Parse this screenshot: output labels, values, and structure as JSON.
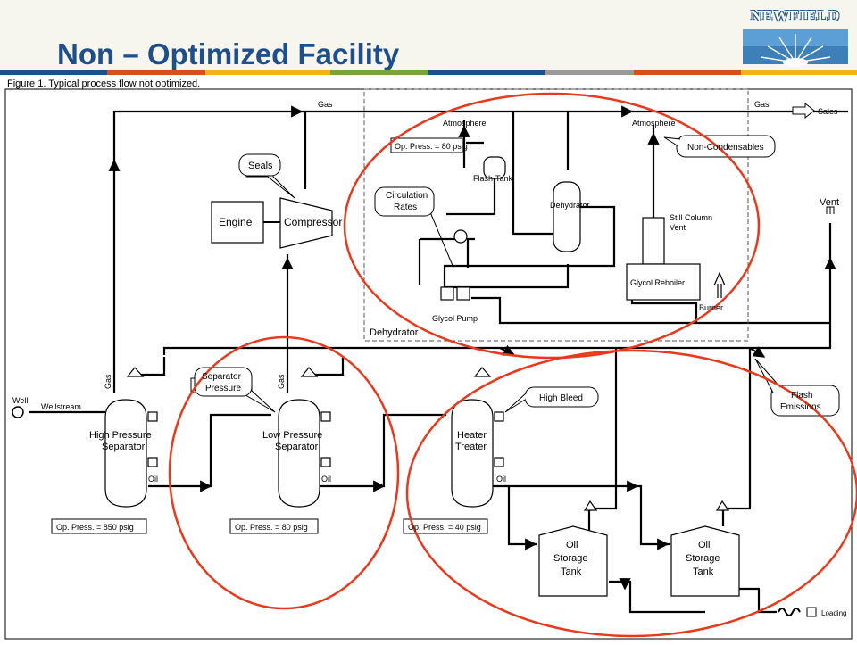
{
  "slide": {
    "title": "Non – Optimized Facility",
    "logo_text": "NEWFIELD",
    "caption": "Figure 1.  Typical process flow not optimized."
  },
  "colors": {
    "title": "#1f4e8c",
    "highlight": "#e8391d",
    "line": "#000000",
    "stripe": [
      "#1f4e8c",
      "#d94f1c",
      "#f2b21b",
      "#7aa43b",
      "#1f4e8c",
      "#9a9a9a",
      "#d94f1c",
      "#f2b21b"
    ]
  },
  "labels": {
    "gas_top": "Gas",
    "gas_right": "Gas",
    "sales": "Sales",
    "atmosphere_left": "Atmosphere",
    "atmosphere_right": "Atmosphere",
    "op_press_dehy": "Op. Press. = 80 psig",
    "flash_tank": "Flash-Tank",
    "dehydrator_vessel": "Dehydrator",
    "non_condensables": "Non-Condensables",
    "circulation_rates_1": "Circulation",
    "circulation_rates_2": "Rates",
    "seals": "Seals",
    "engine": "Engine",
    "compressor": "Compressor",
    "still_column_1": "Still Column",
    "still_column_2": "Vent",
    "vent": "Vent",
    "glycol_reboiler": "Glycol Reboiler",
    "burner": "Burner",
    "glycol_pump": "Glycol Pump",
    "dehydrator_box": "Dehydrator",
    "well": "Well",
    "wellstream": "Wellstream",
    "gas_hp": "Gas",
    "gas_lp": "Gas",
    "separator_pressure_1": "Separator",
    "separator_pressure_2": "Pressure",
    "high_bleed": "High Bleed",
    "flash_emissions_1": "Flash",
    "flash_emissions_2": "Emissions",
    "hp_sep_1": "High Pressure",
    "hp_sep_2": "Separator",
    "lp_sep_1": "Low Pressure",
    "lp_sep_2": "Separator",
    "heater_1": "Heater",
    "heater_2": "Treater",
    "oil_hp": "Oil",
    "oil_lp": "Oil",
    "oil_ht": "Oil",
    "op_press_hp": "Op. Press. = 850 psig",
    "op_press_lp": "Op. Press. = 80 psig",
    "op_press_ht": "Op. Press. = 40 psig",
    "tank1_1": "Oil",
    "tank1_2": "Storage",
    "tank1_3": "Tank",
    "tank2_1": "Oil",
    "tank2_2": "Storage",
    "tank2_3": "Tank",
    "loading": "Loading"
  }
}
